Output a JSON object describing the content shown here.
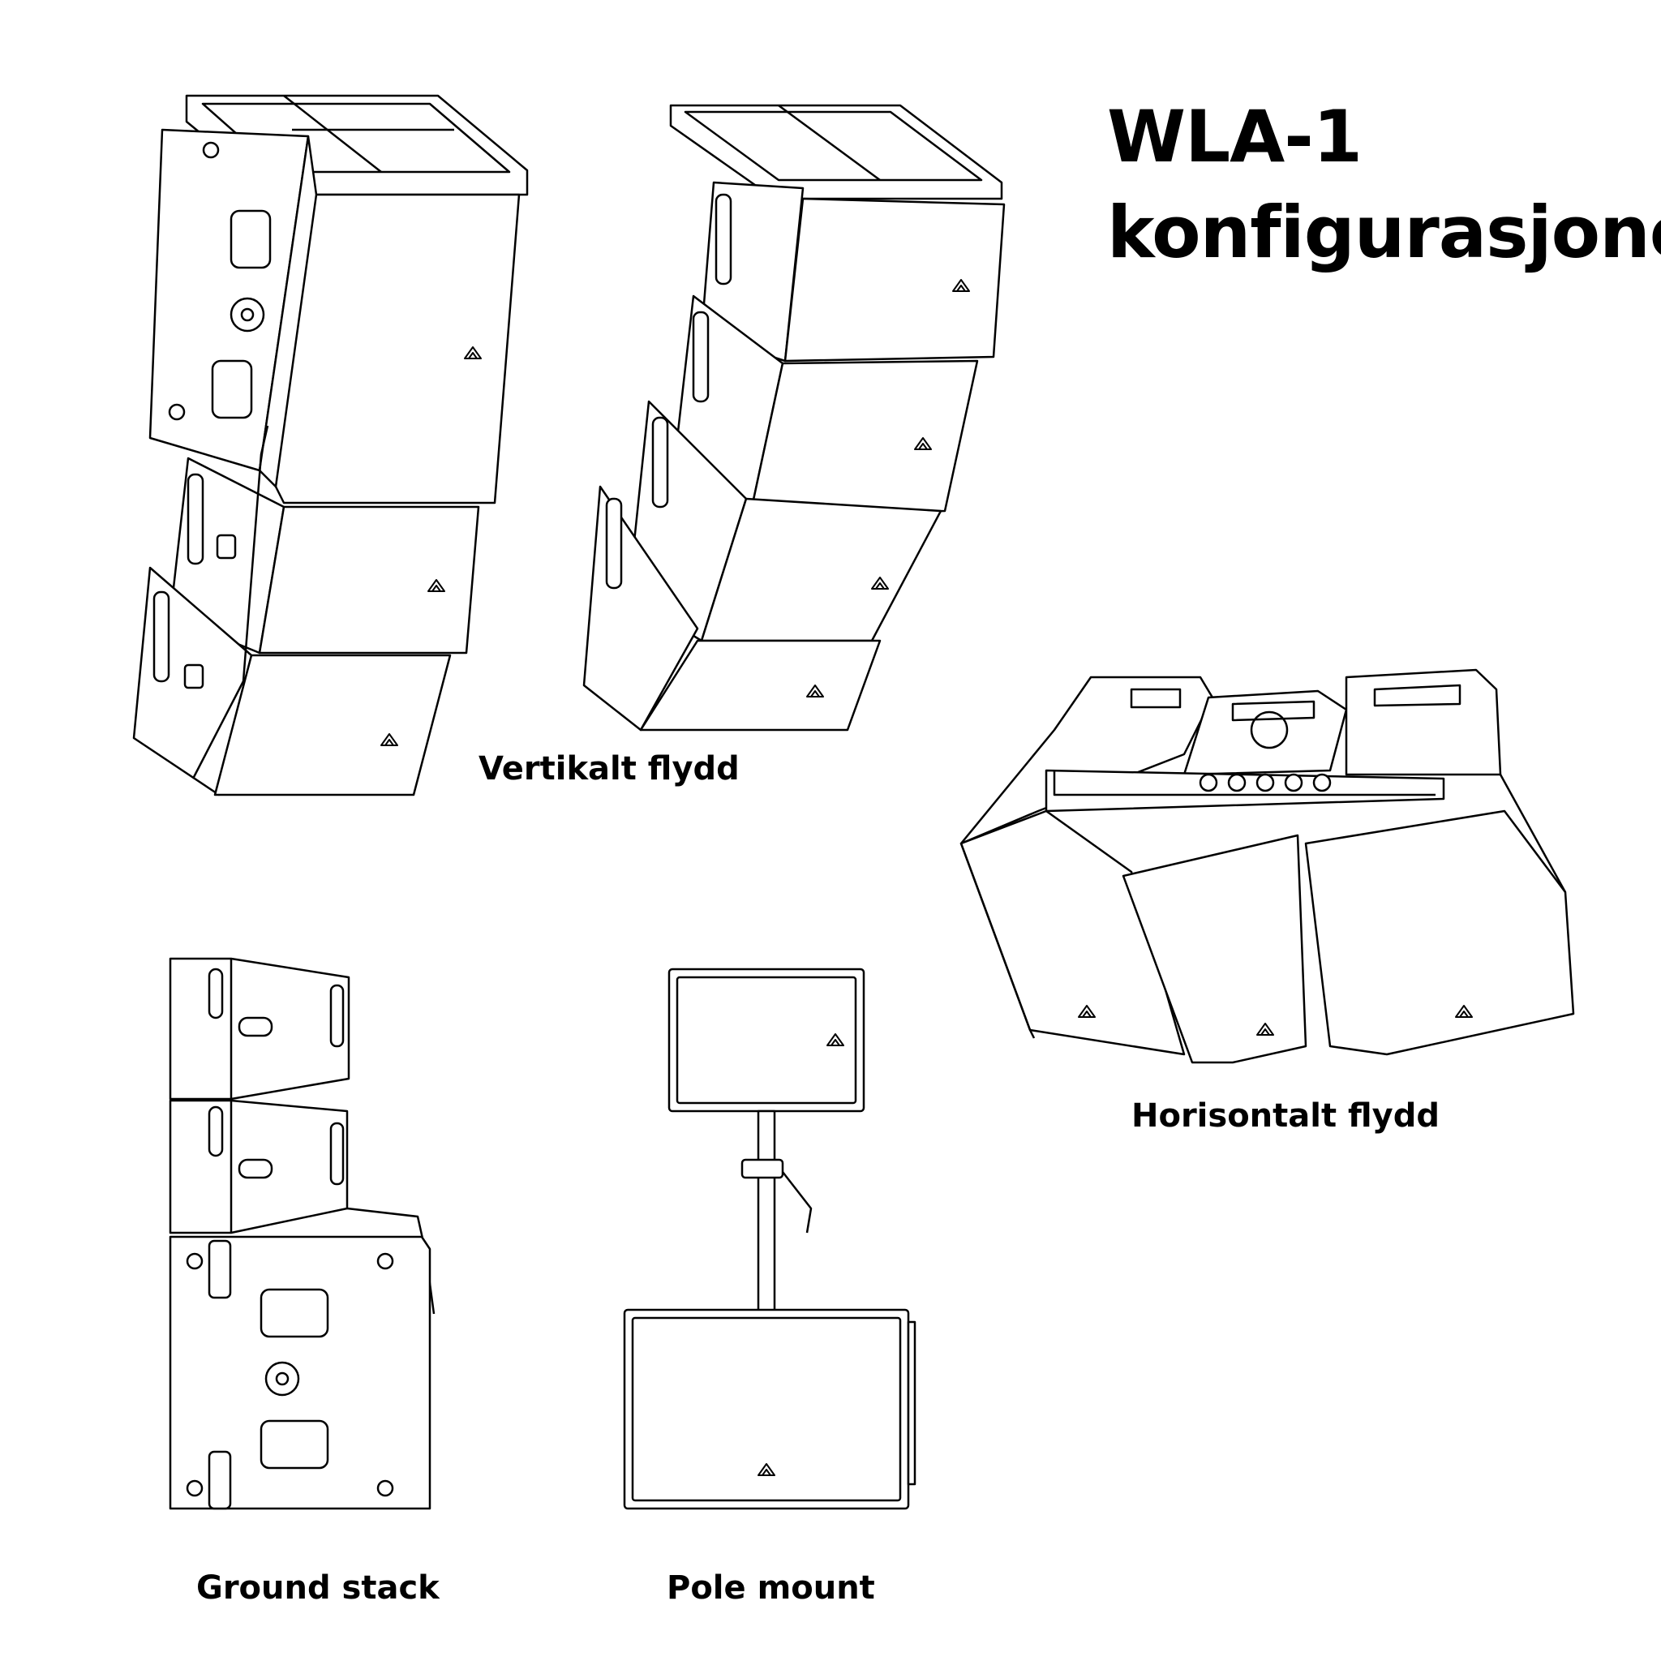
{
  "title": {
    "line1": "WLA-1",
    "line2": "konfigurasjoner"
  },
  "captions": {
    "vertical": "Vertikalt flydd",
    "horizontal": "Horisontalt flydd",
    "ground": "Ground stack",
    "pole": "Pole mount"
  }
}
